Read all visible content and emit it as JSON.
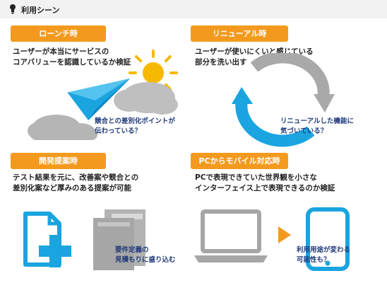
{
  "header": {
    "title": "利用シーン"
  },
  "sections": {
    "launch": {
      "tag": "ローンチ時",
      "desc_line1": "ユーザーが本当にサービスの",
      "desc_line2": "コアバリューを認識しているか検証",
      "note_line1": "競合との差別化ポイントが",
      "note_line2": "伝わっている？"
    },
    "renewal": {
      "tag": "リニューアル時",
      "desc_line1": "ユーザーが使いにくいと感じている",
      "desc_line2": "部分を洗い出す",
      "note_line1": "リニューアルした機能に",
      "note_line2": "気づいている？"
    },
    "proposal": {
      "tag": "開発提案時",
      "desc_line1": "テスト結果を元に、改善案や競合との",
      "desc_line2": "差別化案など厚みのある提案が可能",
      "note_line1": "要件定義の",
      "note_line2": "見積もりに盛り込む"
    },
    "mobile": {
      "tag": "PCからモバイル対応時",
      "desc_line1": "PCで表現できていた世界観を小さな",
      "desc_line2": "インターフェイス上で表現できるのか検証",
      "note_line1": "利用用途が変わる",
      "note_line2": "可能性も？"
    }
  },
  "colors": {
    "accent": "#f39a1e",
    "blue": "#1aa4e0",
    "gray": "#a9a9a9",
    "note": "#1f3a7a"
  },
  "icons": [
    "lightbulb-icon",
    "cloud-icon",
    "sun-icon",
    "paper-plane-icon",
    "cycle-arrows-icon",
    "new-document-icon",
    "documents-icon",
    "laptop-icon",
    "arrow-right-icon",
    "smartphone-icon"
  ]
}
